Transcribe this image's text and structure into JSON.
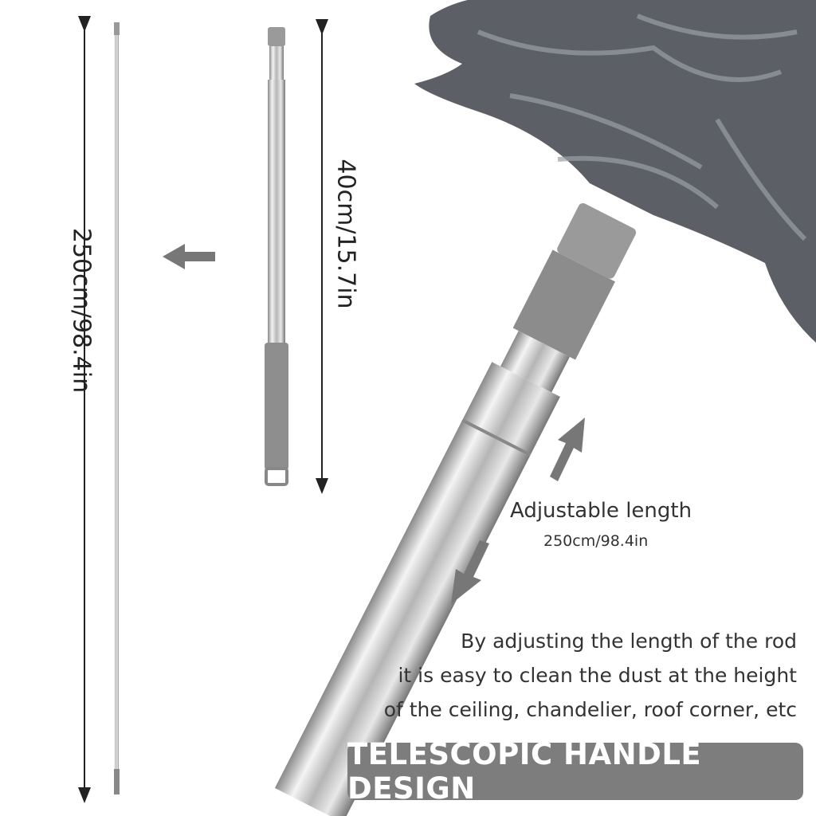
{
  "extended_length_label": "250cm/98.4in",
  "collapsed_length_label": "40cm/15.7in",
  "adjustable": {
    "title": "Adjustable length",
    "value": "250cm/98.4in"
  },
  "description_lines": [
    "By adjusting the length of the rod",
    "it is easy to clean the dust at the height",
    "of the ceiling, chandelier, roof corner, etc"
  ],
  "banner": "TELESCOPIC HANDLE DESIGN",
  "colors": {
    "accent_gray": "#7d7d7d",
    "arrow_gray": "#777777",
    "duster_gray": "#5c6066"
  }
}
